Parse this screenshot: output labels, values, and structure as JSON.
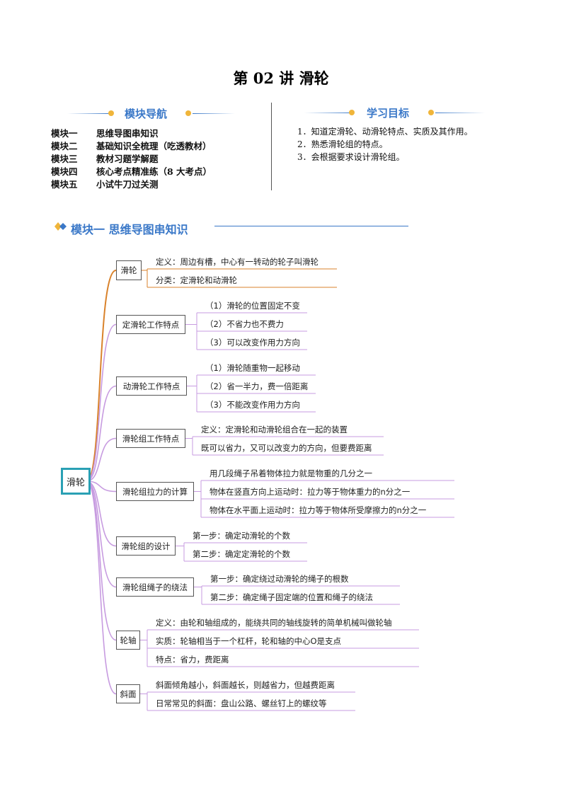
{
  "title": "第 02 讲  滑轮",
  "nav": {
    "heading": "模块导航",
    "items": [
      {
        "num": "模块一",
        "text": "思维导图串知识"
      },
      {
        "num": "模块二",
        "text": "基础知识全梳理（吃透教材）"
      },
      {
        "num": "模块三",
        "text": "教材习题学解题"
      },
      {
        "num": "模块四",
        "text": "核心考点精准练（8 大考点）"
      },
      {
        "num": "模块五",
        "text": "小试牛刀过关测"
      }
    ]
  },
  "goals": {
    "heading": "学习目标",
    "items": [
      "1．知道定滑轮、动滑轮特点、实质及其作用。",
      "2．熟悉滑轮组的特点。",
      "3．会根据要求设计滑轮组。"
    ]
  },
  "module1": {
    "title": "模块一 思维导图串知识"
  },
  "mindmap": {
    "root": "滑轮",
    "branches": [
      {
        "label": "滑轮",
        "leaves": [
          "定义：周边有槽，中心有一转动的轮子叫滑轮",
          "分类：定滑轮和动滑轮"
        ]
      },
      {
        "label": "定滑轮工作特点",
        "leaves": [
          "（1）滑轮的位置固定不变",
          "（2）不省力也不费力",
          "（3）可以改变作用力方向"
        ]
      },
      {
        "label": "动滑轮工作特点",
        "leaves": [
          "（1）滑轮随重物一起移动",
          "（2）省一半力，费一倍距离",
          "（3）不能改变作用力方向"
        ]
      },
      {
        "label": "滑轮组工作特点",
        "leaves": [
          "定义：定滑轮和动滑轮组合在一起的装置",
          "既可以省力，又可以改变力的方向，但要费距离"
        ]
      },
      {
        "label": "滑轮组拉力的计算",
        "leaves": [
          "用几段绳子吊着物体拉力就是物重的几分之一",
          "物体在竖直方向上运动时：拉力等于物体重力的n分之一",
          "物体在水平面上运动时：拉力等于物体所受摩擦力的n分之一"
        ]
      },
      {
        "label": "滑轮组的设计",
        "leaves": [
          "第一步：确定动滑轮的个数",
          "第二步：确定定滑轮的个数"
        ]
      },
      {
        "label": "滑轮组绳子的绕法",
        "leaves": [
          "第一步：确定绕过动滑轮的绳子的根数",
          "第二步：确定绳子固定端的位置和绳子的绕法"
        ]
      },
      {
        "label": "轮轴",
        "leaves": [
          "定义：由轮和轴组成的，能绕共同的轴线旋转的简单机械叫做轮轴",
          "实质：轮轴相当于一个杠杆，轮和轴的中心O是支点",
          "特点：省力，费距离"
        ]
      },
      {
        "label": "斜面",
        "leaves": [
          "斜面倾角越小，斜面越长，则越省力，但越费距离",
          "日常常见的斜面：盘山公路、螺丝钉上的螺纹等"
        ]
      }
    ]
  },
  "colors": {
    "accent": "#3a78c8",
    "dot": "#f0b53a",
    "root_border": "#2aa0b4",
    "first_branch": "#d9822b",
    "branch": "#c79be0"
  }
}
